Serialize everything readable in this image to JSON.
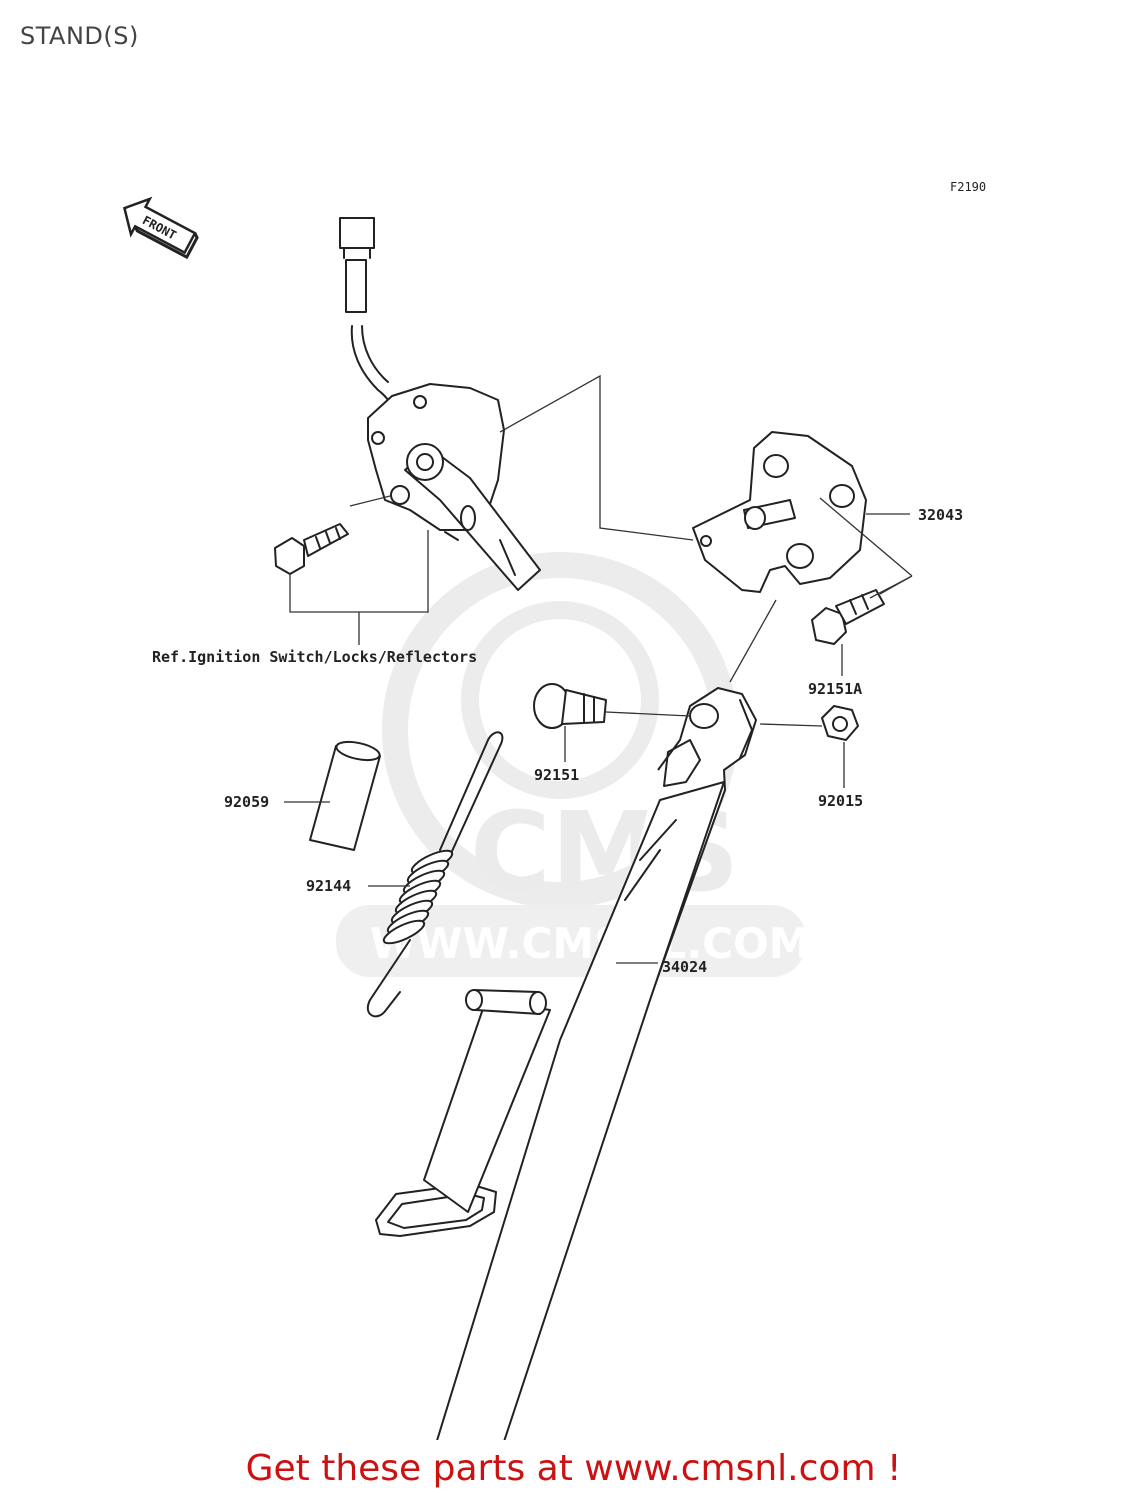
{
  "page": {
    "title": "STAND(S)",
    "footer": "Get these parts at www.cmsnl.com !"
  },
  "diagram": {
    "figure_code": "F2190",
    "front_marker": "FRONT",
    "reference_note": "Ref.Ignition Switch/Locks/Reflectors",
    "watermark": {
      "logo_text": "CMS",
      "url_text": "WWW.CMSNL.COM"
    },
    "parts": [
      {
        "number": "32043"
      },
      {
        "number": "92151A"
      },
      {
        "number": "92151"
      },
      {
        "number": "92015"
      },
      {
        "number": "92059"
      },
      {
        "number": "92144"
      },
      {
        "number": "34024"
      }
    ]
  }
}
